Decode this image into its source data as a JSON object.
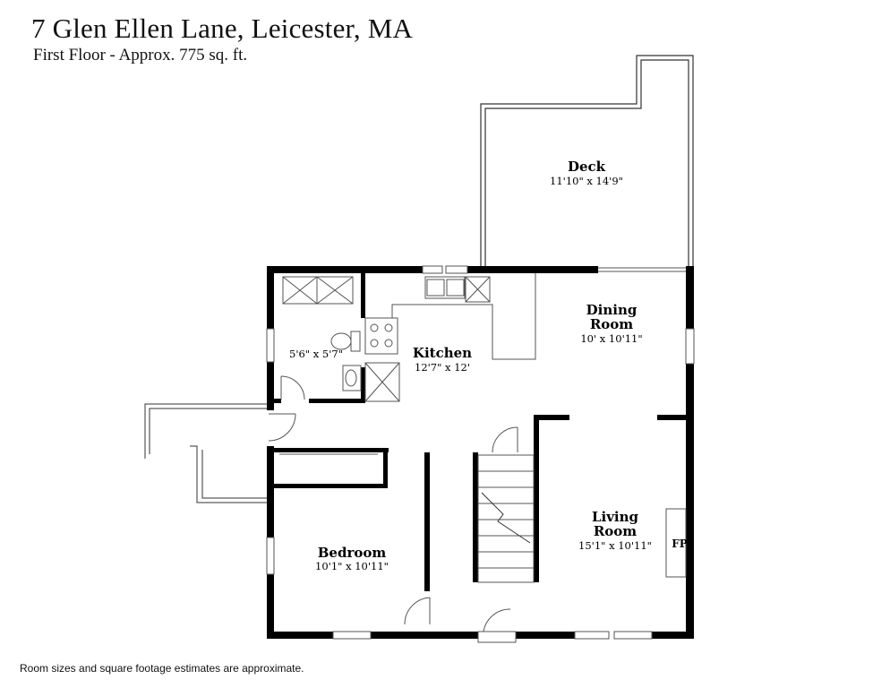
{
  "header": {
    "title": "7 Glen Ellen Lane, Leicester, MA",
    "subtitle": "First Floor - Approx. 775 sq. ft."
  },
  "footer": {
    "note": "Room sizes and square footage estimates are approximate."
  },
  "rooms": {
    "deck": {
      "name": "Deck",
      "dims": "11'10\" x 14'9\""
    },
    "dining": {
      "name_line1": "Dining",
      "name_line2": "Room",
      "dims": "10' x 10'11\""
    },
    "kitchen": {
      "name": "Kitchen",
      "dims": "12'7\" x 12'"
    },
    "bath": {
      "dims": "5'6\" x 5'7\""
    },
    "living": {
      "name_line1": "Living",
      "name_line2": "Room",
      "dims": "15'1\" x 10'11\""
    },
    "bedroom": {
      "name": "Bedroom",
      "dims": "10'1\" x 10'11\""
    }
  },
  "fireplace": {
    "label": "FP"
  },
  "colors": {
    "wall": "#000000",
    "fixture": "#555555",
    "background": "#ffffff"
  }
}
